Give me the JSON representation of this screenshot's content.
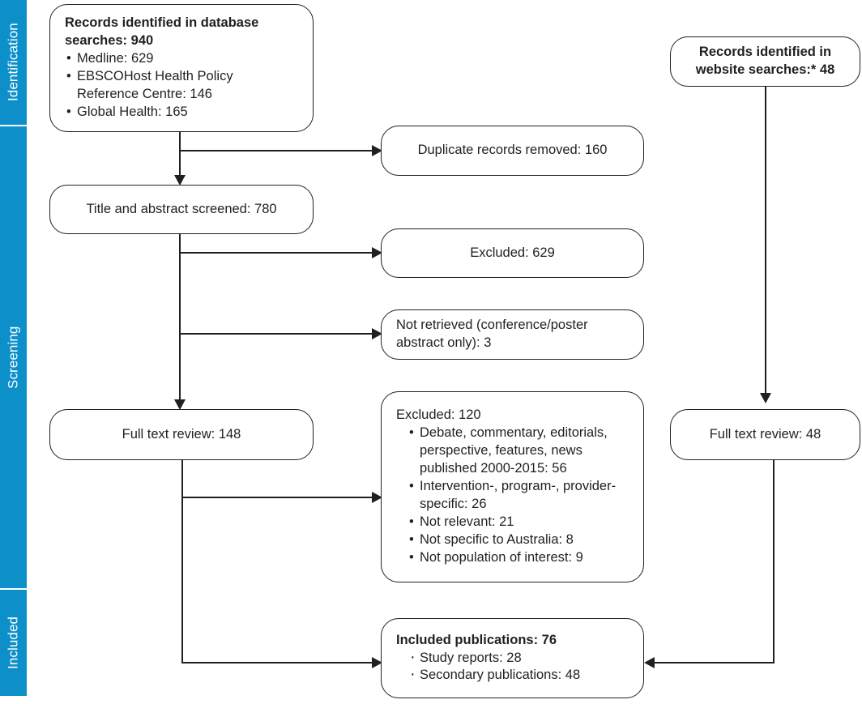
{
  "diagram": {
    "type": "prisma-flow-diagram",
    "accent_color": "#0d90c9",
    "line_color": "#231f20",
    "background": "#ffffff"
  },
  "phases": [
    {
      "id": "identification",
      "label": "Identification"
    },
    {
      "id": "screening",
      "label": "Screening"
    },
    {
      "id": "included",
      "label": "Included"
    }
  ],
  "boxes": {
    "database_searches": {
      "title": "Records identified in database searches: 940",
      "bullets": [
        "Medline: 629",
        "EBSCOHost Health Policy Reference Centre: 146",
        "Global Health: 165"
      ]
    },
    "website_searches": {
      "title": "Records identified in website searches:* 48"
    },
    "duplicates_removed": {
      "title": "Duplicate records removed: 160"
    },
    "title_abstract_screened": {
      "title": "Title and abstract screened: 780"
    },
    "excluded_629": {
      "title": "Excluded: 629"
    },
    "not_retrieved": {
      "title": "Not retrieved (conference/poster abstract only): 3"
    },
    "full_text_review_db": {
      "title": "Full text review: 148"
    },
    "excluded_120": {
      "title": "Excluded: 120",
      "bullets": [
        "Debate, commentary, editorials, perspective, features, news published 2000-2015: 56",
        "Intervention-, program-, provider-specific: 26",
        "Not relevant: 21",
        "Not specific to Australia: 8",
        "Not population of interest: 9"
      ]
    },
    "full_text_review_web": {
      "title": "Full text review: 48"
    },
    "included_publications": {
      "title": "Included publications: 76",
      "bullets": [
        "Study reports: 28",
        "Secondary publications: 48"
      ]
    }
  }
}
